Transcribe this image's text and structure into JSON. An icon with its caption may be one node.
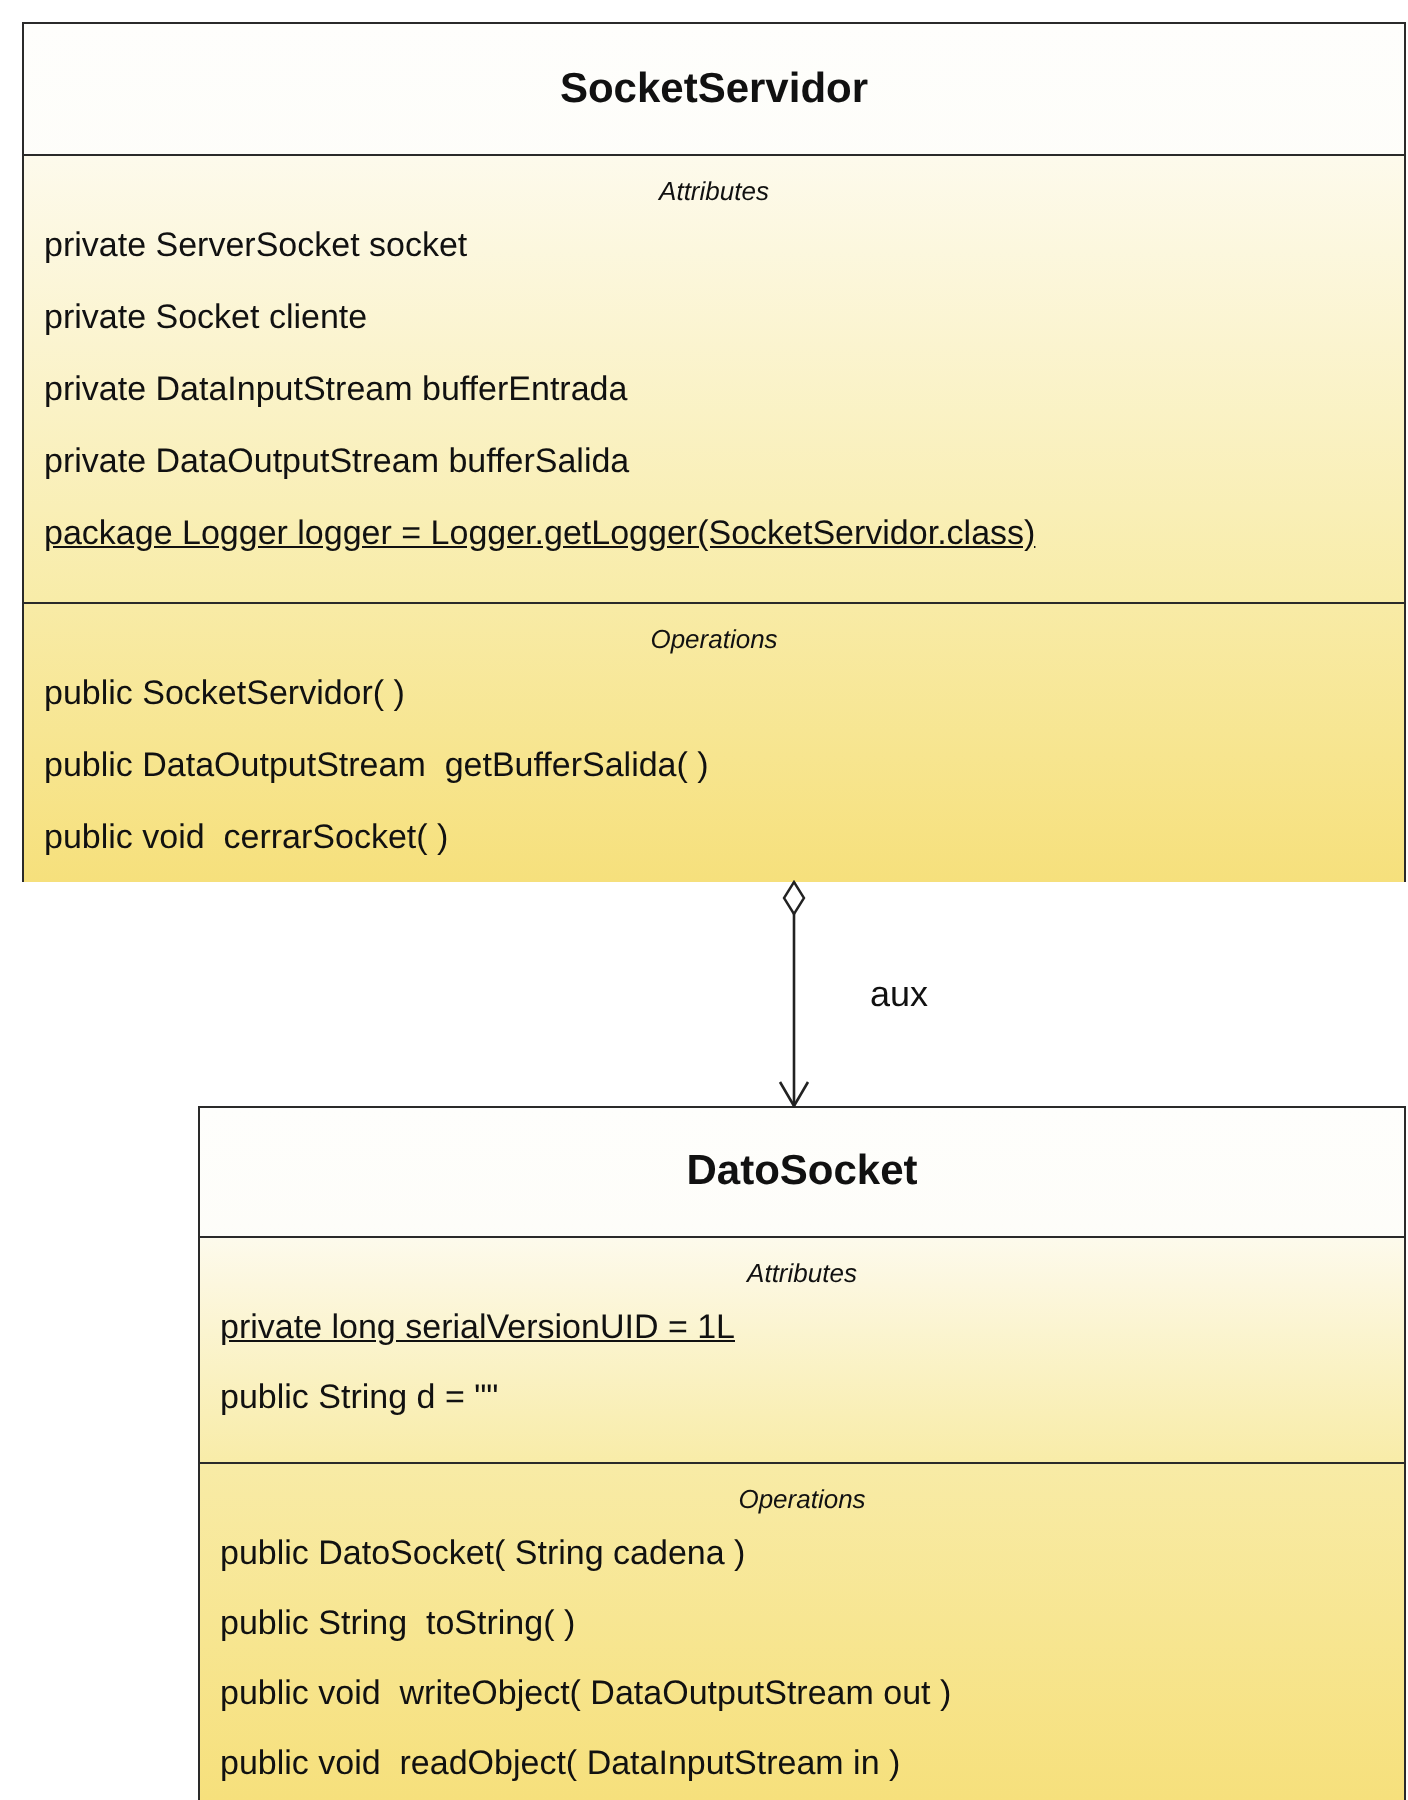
{
  "diagram": {
    "nodes": [
      {
        "text": [
          "SocketServidor"
        ]
      },
      {
        "text": [
          "Attributes",
          "private ServerSocket socket",
          "private Socket cliente",
          "private DataInputStream bufferEntrada",
          "private DataOutputStream bufferSalida",
          "package Logger logger = Logger.getLogger(SocketServidor.class)"
        ],
        "in": 0
      },
      {
        "text": [
          "Operations",
          "public SocketServidor( )",
          "public DataOutputStream  getBufferSalida( )",
          "public void  cerrarSocket( )"
        ],
        "in": 0
      },
      {
        "text": [
          "DatoSocket"
        ]
      },
      {
        "text": [
          "Attributes",
          "private long serialVersionUID = 1L",
          "public String d = \"\""
        ],
        "in": 3
      },
      {
        "text": [
          "Operations",
          "public DatoSocket( String cadena )",
          "public String  toString( )",
          "public void  writeObject( DataOutputStream out )",
          "public void  readObject( DataInputStream in )"
        ],
        "in": 3
      }
    ],
    "edges": [
      {
        "from": 0,
        "to": 3,
        "arrow": "to",
        "label": "aux"
      }
    ]
  }
}
